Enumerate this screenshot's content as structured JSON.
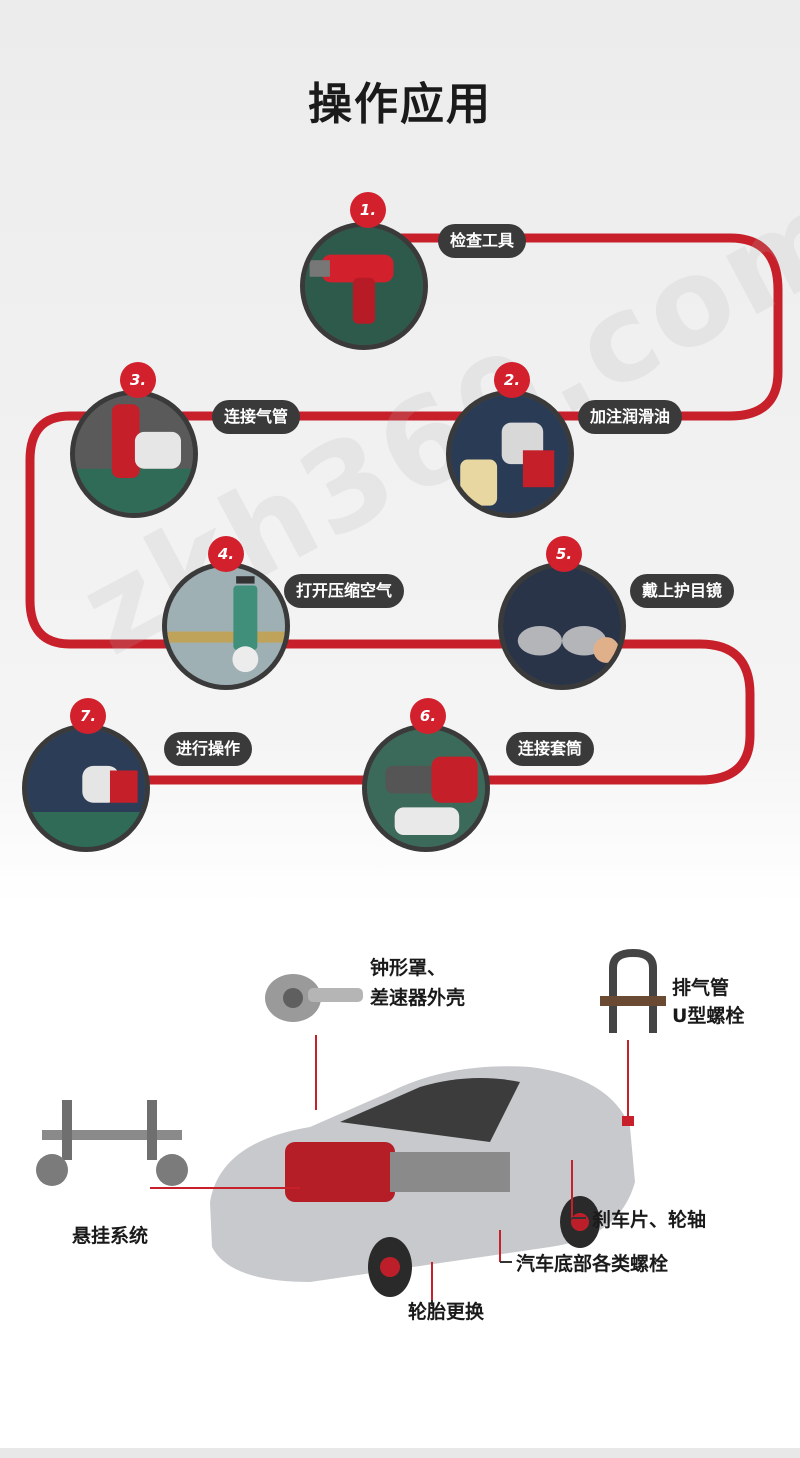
{
  "title": "操作应用",
  "steps": [
    {
      "num": "1.",
      "label": "检查工具"
    },
    {
      "num": "2.",
      "label": "加注润滑油"
    },
    {
      "num": "3.",
      "label": "连接气管"
    },
    {
      "num": "4.",
      "label": "打开压缩空气"
    },
    {
      "num": "5.",
      "label": "戴上护目镜"
    },
    {
      "num": "6.",
      "label": "连接套筒"
    },
    {
      "num": "7.",
      "label": "进行操作"
    }
  ],
  "watermark": "zkh360.com",
  "applications": {
    "bell_housing_line1": "钟形罩、",
    "bell_housing_line2": "差速器外壳",
    "exhaust_line1": "排气管",
    "exhaust_line2": "U型螺栓",
    "suspension": "悬挂系统",
    "brake": "刹车片、轮轴",
    "underbody": "汽车底部各类螺栓",
    "tire": "轮胎更换"
  },
  "colors": {
    "accent": "#d3202d",
    "dark": "#3a3a3a"
  }
}
